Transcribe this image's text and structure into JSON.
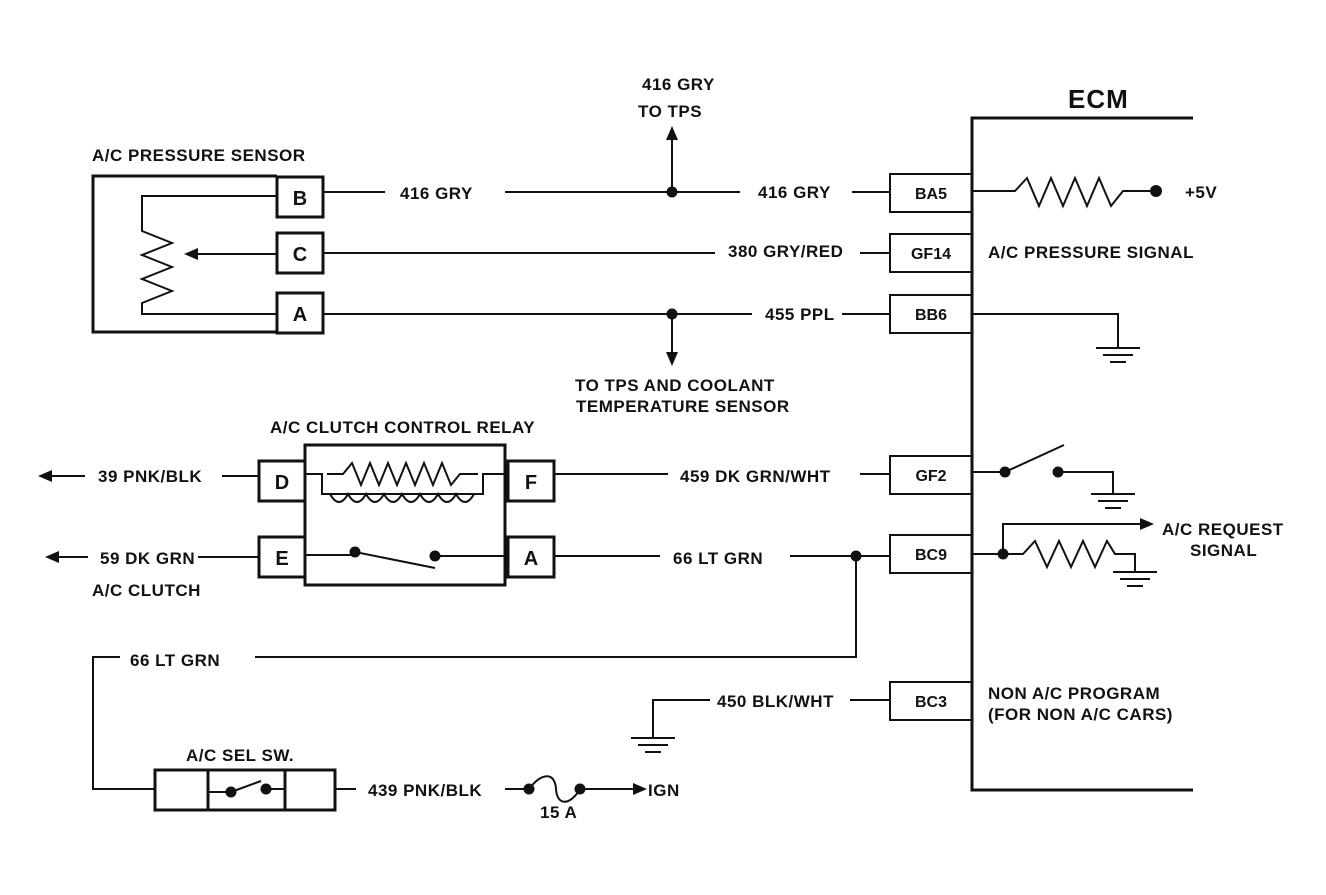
{
  "ecm": {
    "title": "ECM",
    "pins": [
      "BA5",
      "GF14",
      "BB6",
      "GF2",
      "BC9",
      "BC3"
    ],
    "plus5v": "+5V",
    "ac_pressure_signal": "A/C PRESSURE SIGNAL",
    "ac_request_line1": "A/C REQUEST",
    "ac_request_line2": "SIGNAL",
    "non_ac_line1": "NON A/C PROGRAM",
    "non_ac_line2": "(FOR NON A/C CARS)"
  },
  "pressure_sensor": {
    "title": "A/C PRESSURE SENSOR",
    "pins": [
      "B",
      "C",
      "A"
    ]
  },
  "relay": {
    "title": "A/C CLUTCH CONTROL RELAY",
    "pins": [
      "D",
      "E",
      "F",
      "A"
    ]
  },
  "selector": {
    "title": "A/C SEL SW."
  },
  "wires": {
    "to_tps_circuit": "416 GRY",
    "to_tps": "TO TPS",
    "w416_sensor": "416 GRY",
    "w416_ecm": "416 GRY",
    "w380": "380 GRY/RED",
    "w455": "455 PPL",
    "to_tps_coolant_line1": "TO TPS AND COOLANT",
    "to_tps_coolant_line2": "TEMPERATURE SENSOR",
    "w39": "39 PNK/BLK",
    "w59": "59 DK GRN",
    "ac_clutch": "A/C CLUTCH",
    "w459": "459 DK GRN/WHT",
    "w66_relay": "66 LT GRN",
    "w66_left": "66 LT GRN",
    "w450": "450 BLK/WHT",
    "w439": "439 PNK/BLK",
    "fuse": "15 A",
    "ign": "IGN"
  }
}
